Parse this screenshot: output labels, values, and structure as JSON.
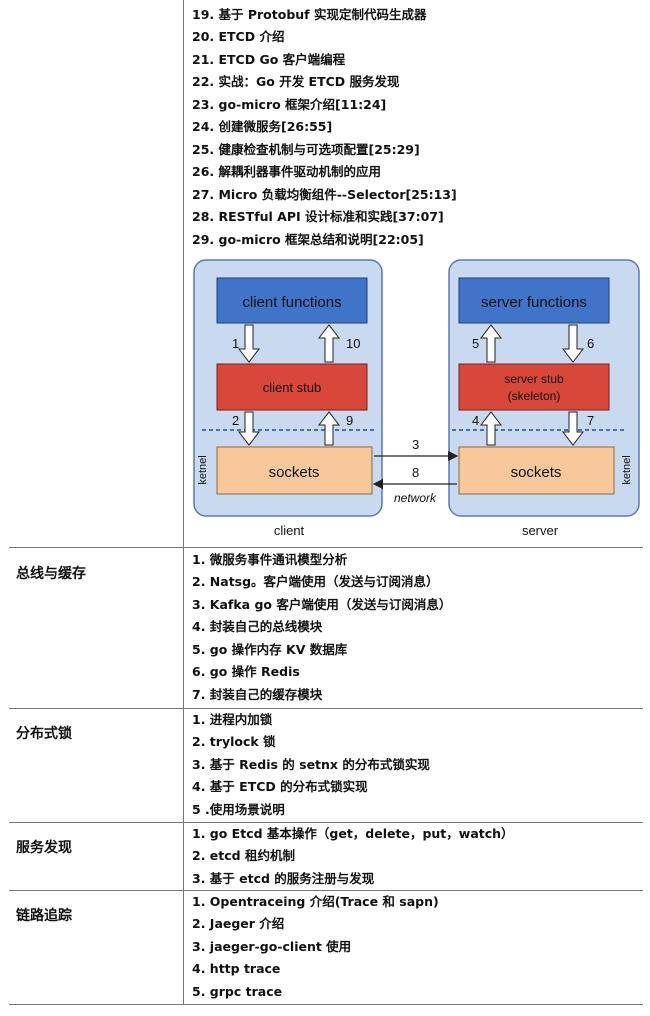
{
  "rows": [
    {
      "label": "",
      "items": [
        "19.  基于 Protobuf 实现定制代码生成器",
        "20. ETCD 介绍",
        "21. ETCD Go 客户端编程",
        "22.  实战：Go 开发 ETCD 服务发现",
        "23. go-micro 框架介绍[11:24]",
        "24.  创建微服务[26:55]",
        "25.  健康检查机制与可选项配置[25:29]",
        "26.  解耦利器事件驱动机制的应用",
        "27. Micro 负载均衡组件--Selector[25:13]",
        "28. RESTful API 设计标准和实践[37:07]",
        "29. go-micro 框架总结和说明[22:05]"
      ]
    },
    {
      "label": "总线与缓存",
      "items": [
        "1.  微服务事件通讯模型分析",
        "2. Natsg。客户端使用（发送与订阅消息）",
        "3. Kafka go 客户端使用（发送与订阅消息）",
        "4.  封装自己的总线模块",
        "5. go 操作内存 KV 数据库",
        "6. go  操作 Redis",
        "7.  封装自己的缓存模块"
      ]
    },
    {
      "label": "分布式锁",
      "items": [
        "1.  进程内加锁",
        "2. trylock 锁",
        "3.  基于 Redis 的 setnx 的分布式锁实现",
        "4.  基于 ETCD 的分布式锁实现",
        "5 .使用场景说明"
      ]
    },
    {
      "label": "服务发现",
      "items": [
        "1. go Etcd 基本操作（get，delete，put，watch）",
        "2. etcd 租约机制",
        "3.  基于 etcd 的服务注册与发现"
      ]
    },
    {
      "label": "链路追踪",
      "items": [
        "1. Opentraceing 介绍(Trace  和  sapn)",
        "2. Jaeger 介绍",
        "3. jaeger-go-client 使用",
        "4. http trace",
        "5. grpc trace"
      ]
    }
  ],
  "diagram": {
    "client_functions": "client functions",
    "server_functions": "server functions",
    "client_stub": "client stub",
    "server_stub_line1": "server stub",
    "server_stub_line2": "(skeleton)",
    "client_sockets": "sockets",
    "server_sockets": "sockets",
    "kernel_left": "ketnel",
    "kernel_right": "ketnel",
    "client_caption": "client",
    "server_caption": "server",
    "network_label": "network",
    "step_1": "1",
    "step_2": "2",
    "step_3": "3",
    "step_4": "4",
    "step_5": "5",
    "step_6": "6",
    "step_7": "7",
    "step_8": "8",
    "step_9": "9",
    "step_10": "10"
  },
  "colors": {
    "panel": "#c9d9ef",
    "functions_box": "#3f74c9",
    "stub_box": "#d9463a",
    "sockets_box": "#f8c89a",
    "dashed_line": "#1f4e99"
  }
}
